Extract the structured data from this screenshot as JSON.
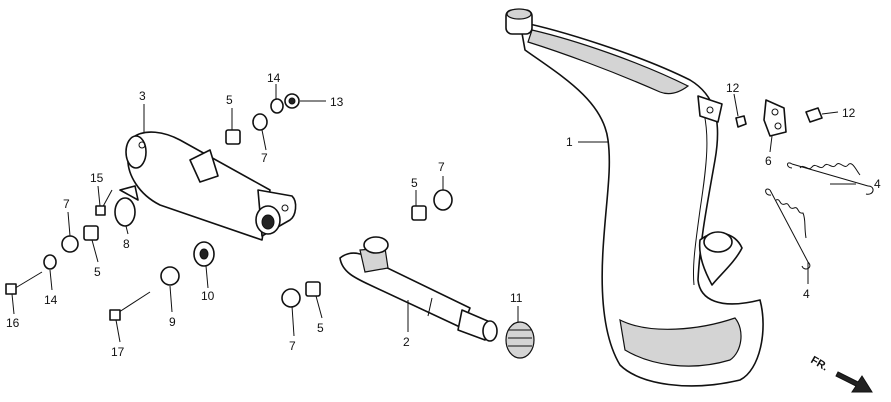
{
  "callouts": {
    "c1": "1",
    "c2": "2",
    "c3": "3",
    "c4a": "4",
    "c4b": "4",
    "c5a": "5",
    "c5b": "5",
    "c5c": "5",
    "c5d": "5",
    "c6": "6",
    "c7a": "7",
    "c7b": "7",
    "c7c": "7",
    "c7d": "7",
    "c8": "8",
    "c9": "9",
    "c10": "10",
    "c11": "11",
    "c12a": "12",
    "c12b": "12",
    "c13": "13",
    "c14a": "14",
    "c14b": "14",
    "c15": "15",
    "c16": "16",
    "c17": "17"
  },
  "direction_label": "FR."
}
